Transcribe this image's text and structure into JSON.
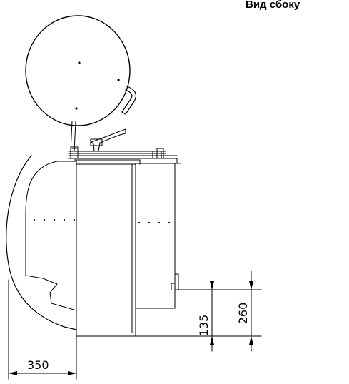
{
  "title": "Вид сбоку",
  "dimensions": {
    "width_bottom": "350",
    "height_small": "135",
    "height_large": "260"
  },
  "colors": {
    "line": "#000000",
    "background": "#ffffff"
  }
}
